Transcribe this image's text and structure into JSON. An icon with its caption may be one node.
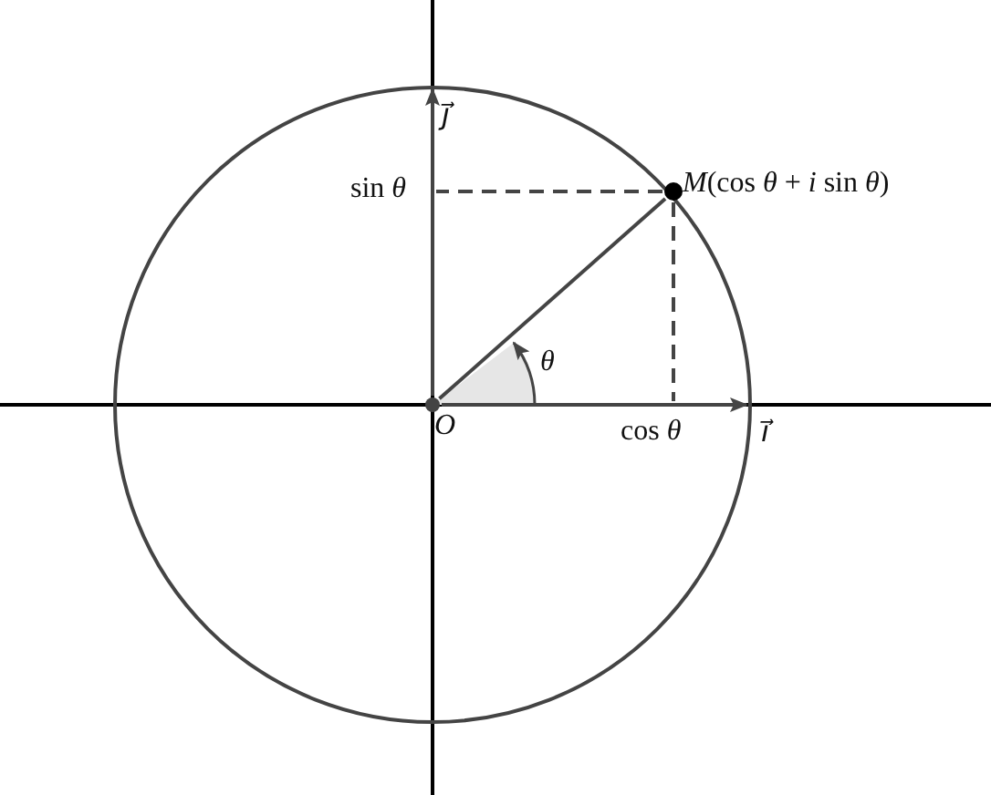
{
  "diagram": {
    "nodes": [
      {
        "text": [
          "*O*"
        ]
      },
      {
        "text": [
          "*M*(cos *θ* + *i* sin *θ*)"
        ]
      },
      {
        "text": [
          "sin *θ*"
        ]
      },
      {
        "text": [
          "cos *θ*"
        ]
      },
      {
        "text": [
          "*i⃗*"
        ]
      },
      {
        "text": [
          "*j⃗*"
        ]
      }
    ],
    "edges": [
      {
        "from": 0,
        "to": 1,
        "arrow": "none"
      },
      {
        "from": 1,
        "to": 2,
        "arrow": "none",
        "style": "dashed"
      },
      {
        "from": 1,
        "to": 3,
        "arrow": "none",
        "style": "dashed"
      },
      {
        "from": 0,
        "to": 4,
        "arrow": "to"
      },
      {
        "from": 0,
        "to": 5,
        "arrow": "to"
      }
    ],
    "labels": [
      "*θ*"
    ]
  }
}
